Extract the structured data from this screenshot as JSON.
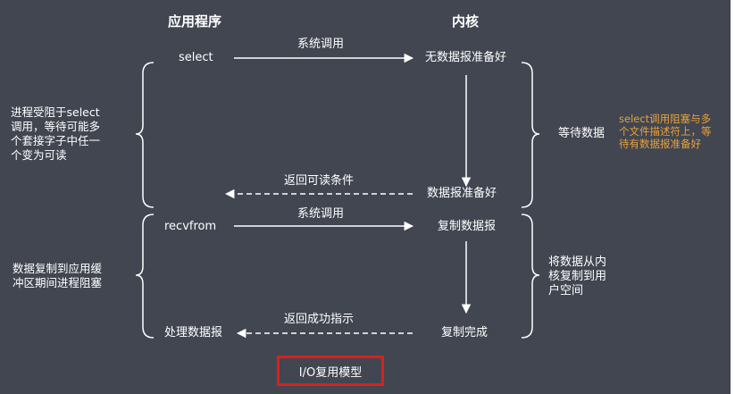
{
  "headers": {
    "app": "应用程序",
    "kernel": "内核"
  },
  "phase1": {
    "app_call": "select",
    "syscall_label": "系统调用",
    "kernel_state": "无数据报准备好",
    "wait_label": "等待数据",
    "ready_state": "数据报准备好",
    "return_label": "返回可读条件",
    "left_note": "进程受阻于select\n调用，等待可能多\n个套接字子中任一\n个变为可读",
    "right_note": "select调用阻塞与多\n个文件描述符上，等\n待有数据报准备好"
  },
  "phase2": {
    "app_call": "recvfrom",
    "syscall_label": "系统调用",
    "kernel_state": "复制数据报",
    "copy_label": "将数据从内\n核复制到用\n户空间",
    "done_state": "复制完成",
    "return_label": "返回成功指示",
    "app_process": "处理数据报",
    "left_note": "数据复制到应用缓\n冲区期间进程阻塞"
  },
  "caption": "I/O复用模型",
  "colors": {
    "background": "#414651",
    "text": "#ffffff",
    "note": "#e9a23b",
    "caption_border": "#d9201e"
  }
}
